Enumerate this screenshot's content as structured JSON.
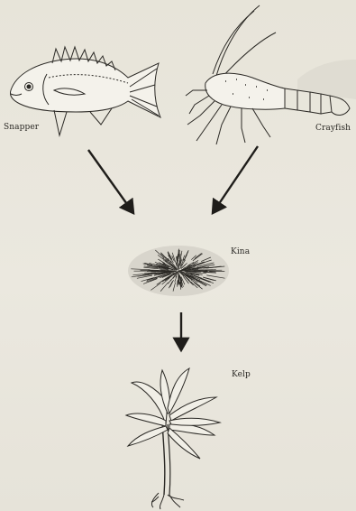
{
  "labels": {
    "snapper": "Snapper",
    "crayfish": "Crayfish",
    "kina": "Kina",
    "kelp": "Kelp"
  },
  "colors": {
    "background": "#e9e6dc",
    "ink": "#1f1d1a"
  }
}
